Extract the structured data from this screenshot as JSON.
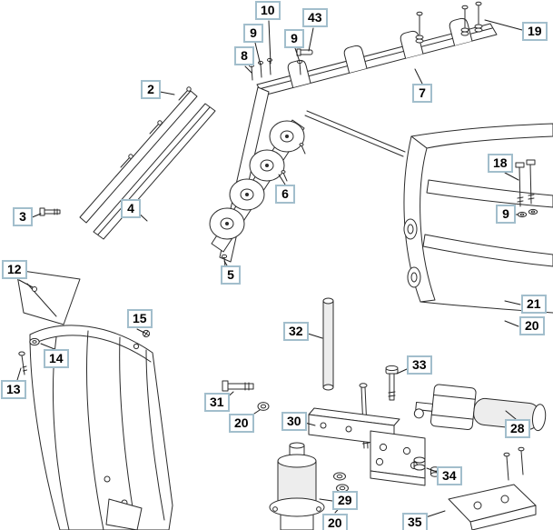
{
  "figure": {
    "kind": "exploded-parts-diagram",
    "subject": "snow-plow-blade-assembly"
  },
  "colors": {
    "background": "#ffffff",
    "line": "#2b2b2b",
    "leader_line": "#1c1c1c",
    "callout_border": "#a2becc",
    "callout_bg": "#ffffff",
    "callout_text": "#000000"
  },
  "callouts": [
    {
      "label": "10"
    },
    {
      "label": "9"
    },
    {
      "label": "43"
    },
    {
      "label": "19"
    },
    {
      "label": "8"
    },
    {
      "label": "9"
    },
    {
      "label": "2"
    },
    {
      "label": "7"
    },
    {
      "label": "18"
    },
    {
      "label": "9"
    },
    {
      "label": "3"
    },
    {
      "label": "4"
    },
    {
      "label": "12"
    },
    {
      "label": "5"
    },
    {
      "label": "6"
    },
    {
      "label": "21"
    },
    {
      "label": "20"
    },
    {
      "label": "15"
    },
    {
      "label": "32"
    },
    {
      "label": "14"
    },
    {
      "label": "13"
    },
    {
      "label": "33"
    },
    {
      "label": "31"
    },
    {
      "label": "20"
    },
    {
      "label": "30"
    },
    {
      "label": "28"
    },
    {
      "label": "34"
    },
    {
      "label": "29"
    },
    {
      "label": "20"
    },
    {
      "label": "35"
    }
  ]
}
